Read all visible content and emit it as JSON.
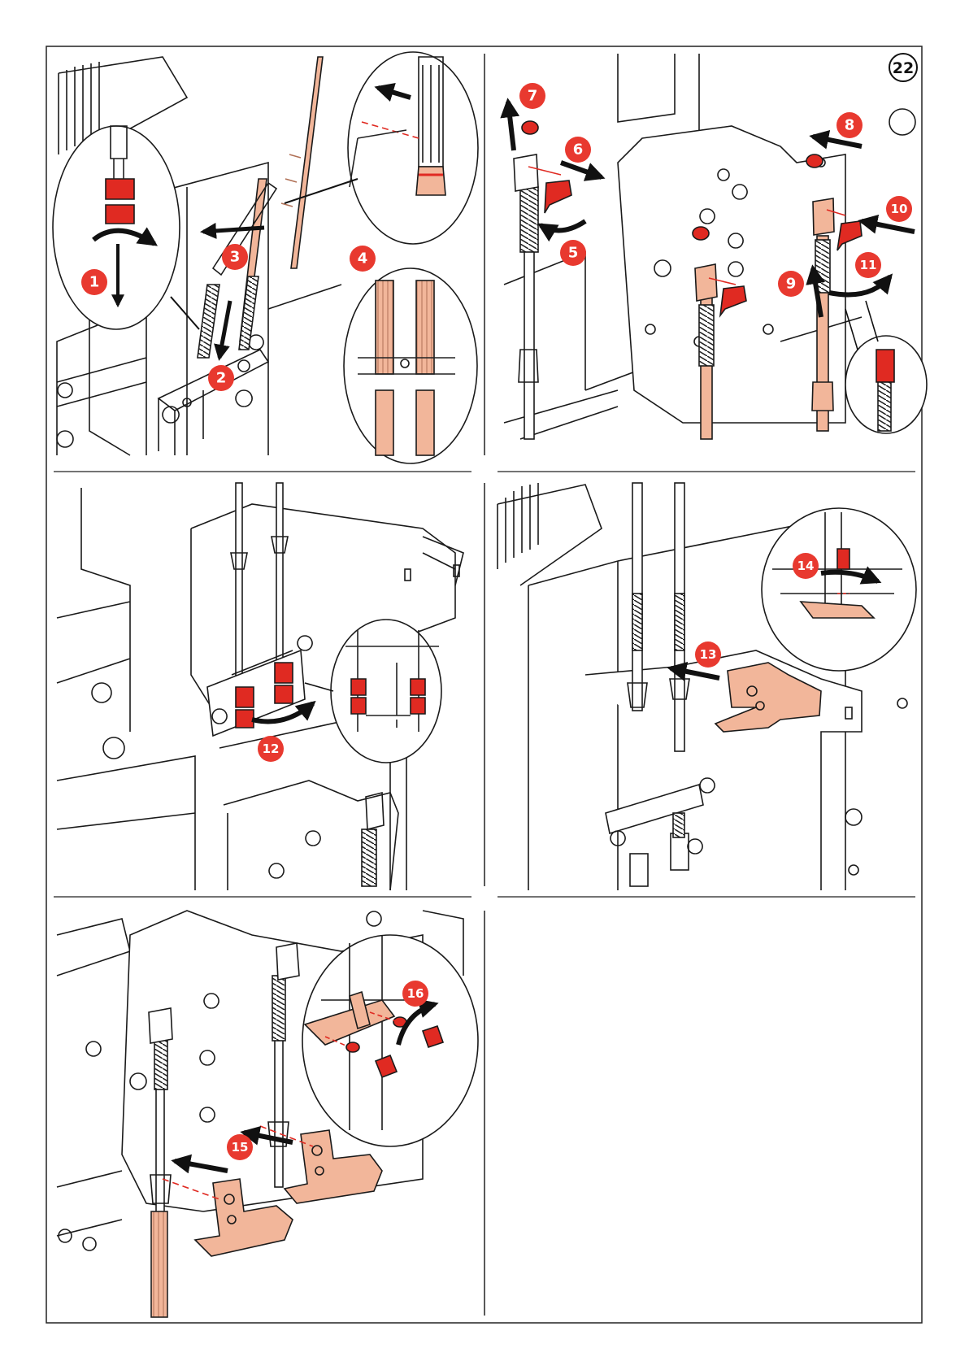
{
  "page_number": "22",
  "colors": {
    "step_marker": "#e8392f",
    "copper": "#f2b69a",
    "highlight_red": "#e02a22",
    "line": "#1a1a1a",
    "frame": "#222222"
  },
  "panels": [
    {
      "id": "panel-1",
      "steps": [
        "1",
        "2",
        "3",
        "4"
      ]
    },
    {
      "id": "panel-2",
      "steps": [
        "5",
        "6",
        "7",
        "8",
        "9",
        "10",
        "11"
      ]
    },
    {
      "id": "panel-3",
      "steps": [
        "12"
      ]
    },
    {
      "id": "panel-4",
      "steps": [
        "13",
        "14"
      ]
    },
    {
      "id": "panel-5",
      "steps": [
        "15",
        "16"
      ]
    }
  ],
  "markers": {
    "m1": "1",
    "m2": "2",
    "m3": "3",
    "m4": "4",
    "m5": "5",
    "m6": "6",
    "m7": "7",
    "m8": "8",
    "m9": "9",
    "m10": "10",
    "m11": "11",
    "m12": "12",
    "m13": "13",
    "m14": "14",
    "m15": "15",
    "m16": "16"
  },
  "icons": [
    "arrow-icon",
    "rotate-arrow-icon",
    "screw-icon",
    "washer-icon",
    "nut-icon",
    "clip-icon",
    "busbar-icon",
    "rod-icon"
  ]
}
